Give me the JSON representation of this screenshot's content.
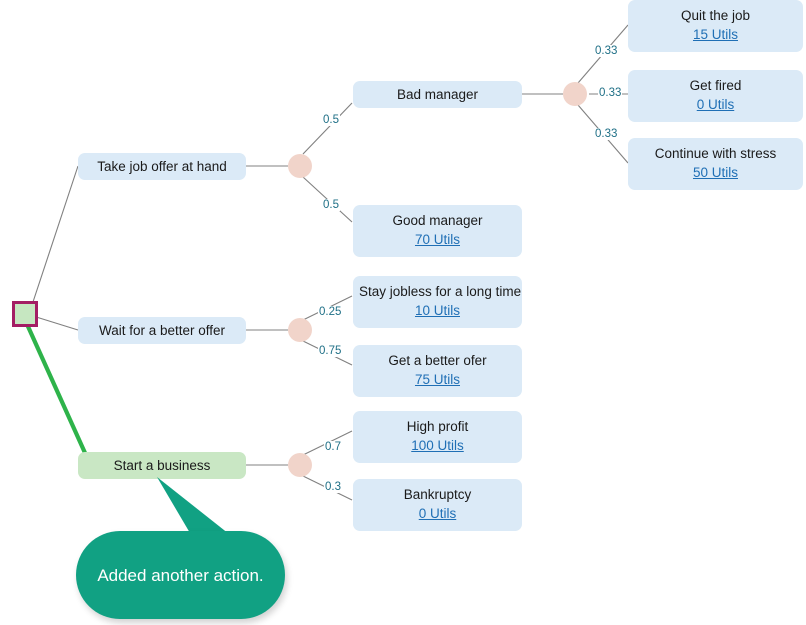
{
  "diagram": {
    "title": "Decision tree",
    "background_color": "#ffffff",
    "colors": {
      "action_fill": "#dbeaf7",
      "outcome_fill": "#dbeaf7",
      "chance_fill": "#f1d4ca",
      "root_fill": "#c6e7c1",
      "root_border": "#a41e64",
      "highlight_fill": "#c9e7c4",
      "highlight_edge": "#2eb34a",
      "edge": "#808080",
      "probability_text": "#1e6f86",
      "value_text": "#1f6fb5",
      "callout_fill": "#11a183",
      "callout_text": "#ffffff"
    }
  },
  "root": {
    "name": "decision-root"
  },
  "actions": [
    {
      "label": "Take job offer at hand",
      "highlighted": false
    },
    {
      "label": "Wait for a better offer",
      "highlighted": false
    },
    {
      "label": "Start a business",
      "highlighted": true
    }
  ],
  "intermediate": [
    {
      "label": "Bad manager"
    }
  ],
  "outcomes": [
    {
      "label": "Quit the job",
      "value": "15 Utils"
    },
    {
      "label": "Get fired",
      "value": "0 Utils"
    },
    {
      "label": "Continue with stress",
      "value": "50 Utils"
    },
    {
      "label": "Good manager",
      "value": "70 Utils"
    },
    {
      "label": "Stay jobless for a long time",
      "value": "10 Utils"
    },
    {
      "label": "Get a better ofer",
      "value": "75 Utils"
    },
    {
      "label": "High profit",
      "value": "100 Utils"
    },
    {
      "label": "Bankruptcy",
      "value": "0 Utils"
    }
  ],
  "probabilities": [
    {
      "text": "0.33",
      "branch": "quit-the-job"
    },
    {
      "text": "0.33",
      "branch": "get-fired"
    },
    {
      "text": "0.33",
      "branch": "continue-with-stress"
    },
    {
      "text": "0.5",
      "branch": "bad-manager"
    },
    {
      "text": "0.5",
      "branch": "good-manager"
    },
    {
      "text": "0.25",
      "branch": "stay-jobless"
    },
    {
      "text": "0.75",
      "branch": "get-a-better-ofer"
    },
    {
      "text": "0.7",
      "branch": "high-profit"
    },
    {
      "text": "0.3",
      "branch": "bankruptcy"
    }
  ],
  "callout": {
    "text": "Added another action."
  }
}
